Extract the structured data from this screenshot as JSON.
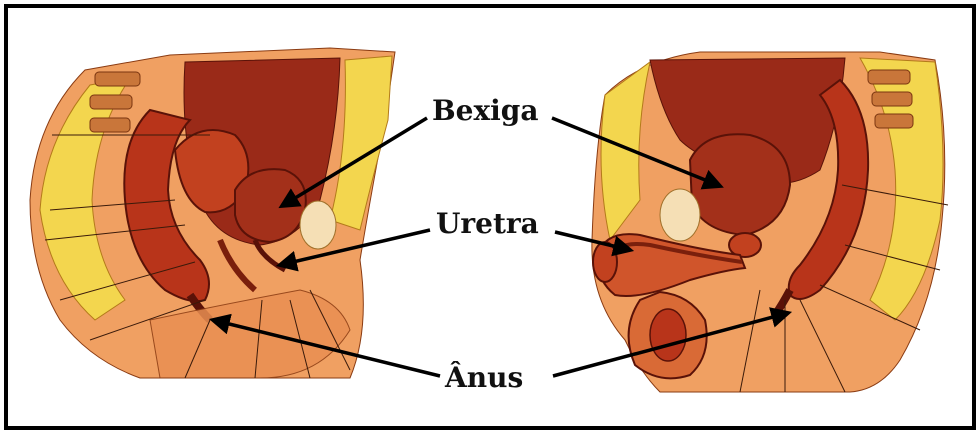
{
  "labels": {
    "bladder": "Bexiga",
    "urethra": "Uretra",
    "anus": "Ânus"
  },
  "colors": {
    "tissue_dark": "#8e1c0e",
    "tissue_mid": "#c2411f",
    "tissue_light": "#e58a4e",
    "skin": "#f2a464",
    "fat": "#f2d44a",
    "border": "#000000",
    "arrow": "#000000"
  }
}
